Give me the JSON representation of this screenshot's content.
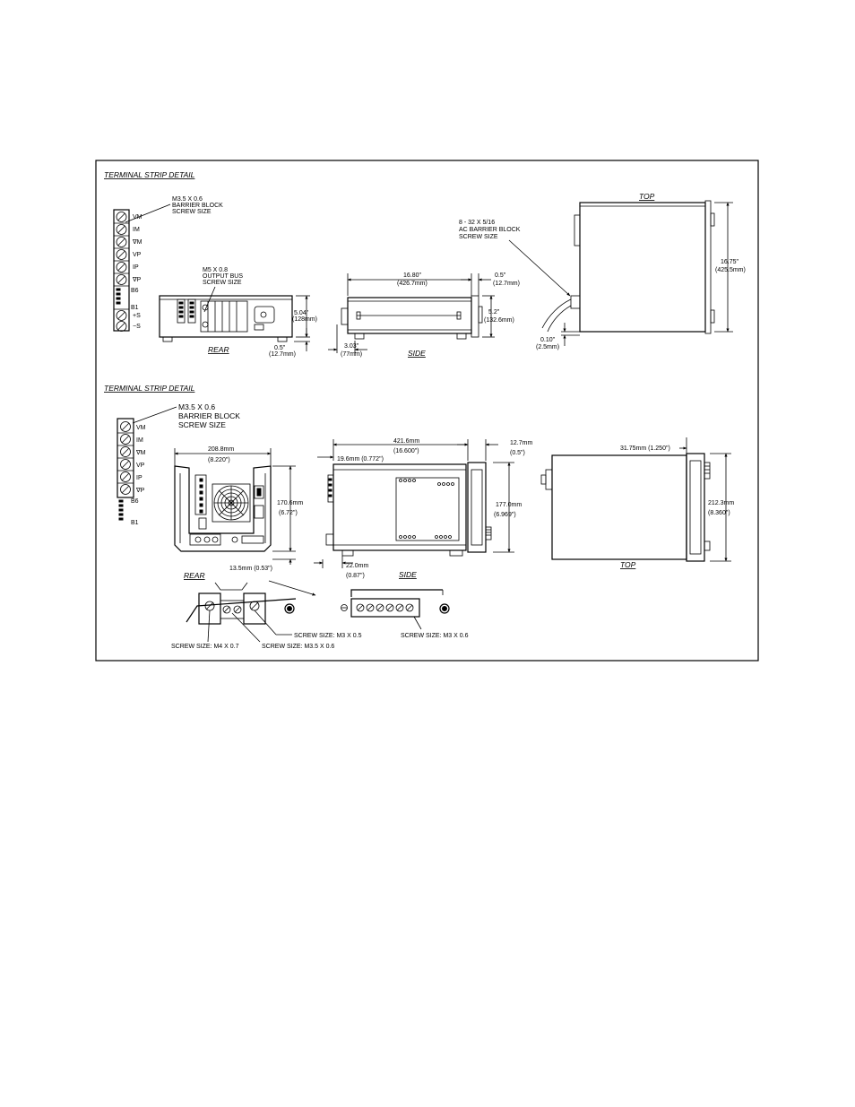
{
  "upper": {
    "terminal_title": "TERMINAL STRIP DETAIL",
    "barrier_callout": [
      "M3.5 X 0.6",
      "BARRIER BLOCK",
      "SCREW SIZE"
    ],
    "terminals": [
      "VM",
      "IM",
      "∇M",
      "VP",
      "IP",
      "∇P",
      "B6",
      "B1",
      "+S",
      "−S"
    ],
    "output_bus_callout": [
      "M5 X 0.8",
      "OUTPUT BUS",
      "SCREW SIZE"
    ],
    "rear_label": "REAR",
    "rear_height": [
      "5.04\"",
      "(128mm)"
    ],
    "rear_foot": [
      "0.5\"",
      "(12.7mm)"
    ],
    "side_label": "SIDE",
    "side_length": [
      "16.80\"",
      "(426.7mm)"
    ],
    "side_front": [
      "0.5\"",
      "(12.7mm)"
    ],
    "side_height": [
      "5.2\"",
      "(132.6mm)"
    ],
    "side_depth": [
      "3.03\"",
      "(77mm)"
    ],
    "ac_callout": [
      "8 - 32 X 5/16",
      "AC BARRIER BLOCK",
      "SCREW SIZE"
    ],
    "top_label": "TOP",
    "top_width": [
      "16.75\"",
      "(425.5mm)"
    ],
    "top_offset": [
      "0.10\"",
      "(2.5mm)"
    ]
  },
  "lower": {
    "terminal_title": "TERMINAL STRIP DETAIL",
    "barrier_callout": [
      "M3.5 X 0.6",
      "BARRIER BLOCK",
      "SCREW SIZE"
    ],
    "terminals": [
      "VM",
      "IM",
      "∇M",
      "VP",
      "IP",
      "∇P",
      "B6",
      "B1"
    ],
    "rear_label": "REAR",
    "rear_width": [
      "208.8mm",
      "(8.220\")"
    ],
    "rear_height": [
      "170.6mm",
      "(6.72\")"
    ],
    "rear_bottom": "13.5mm (0.53\")",
    "side_label": "SIDE",
    "side_length": [
      "421.6mm",
      "(16.600\")"
    ],
    "side_front": [
      "12.7mm",
      "(0.5\")"
    ],
    "side_inset": "19.6mm (0.772\")",
    "side_height": [
      "177.0mm",
      "(6.969\")"
    ],
    "side_foot": [
      "22.0mm",
      "(0.87\")"
    ],
    "top_label": "TOP",
    "top_front": "31.75mm (1.250\")",
    "top_height": [
      "212.3mm",
      "(8.360\")"
    ],
    "screw_m4": "SCREW SIZE: M4 X 0.7",
    "screw_m35": "SCREW SIZE: M3.5 X 0.6",
    "screw_m3_05": "SCREW SIZE: M3 X 0.5",
    "screw_m3_06": "SCREW SIZE: M3 X 0.6"
  }
}
